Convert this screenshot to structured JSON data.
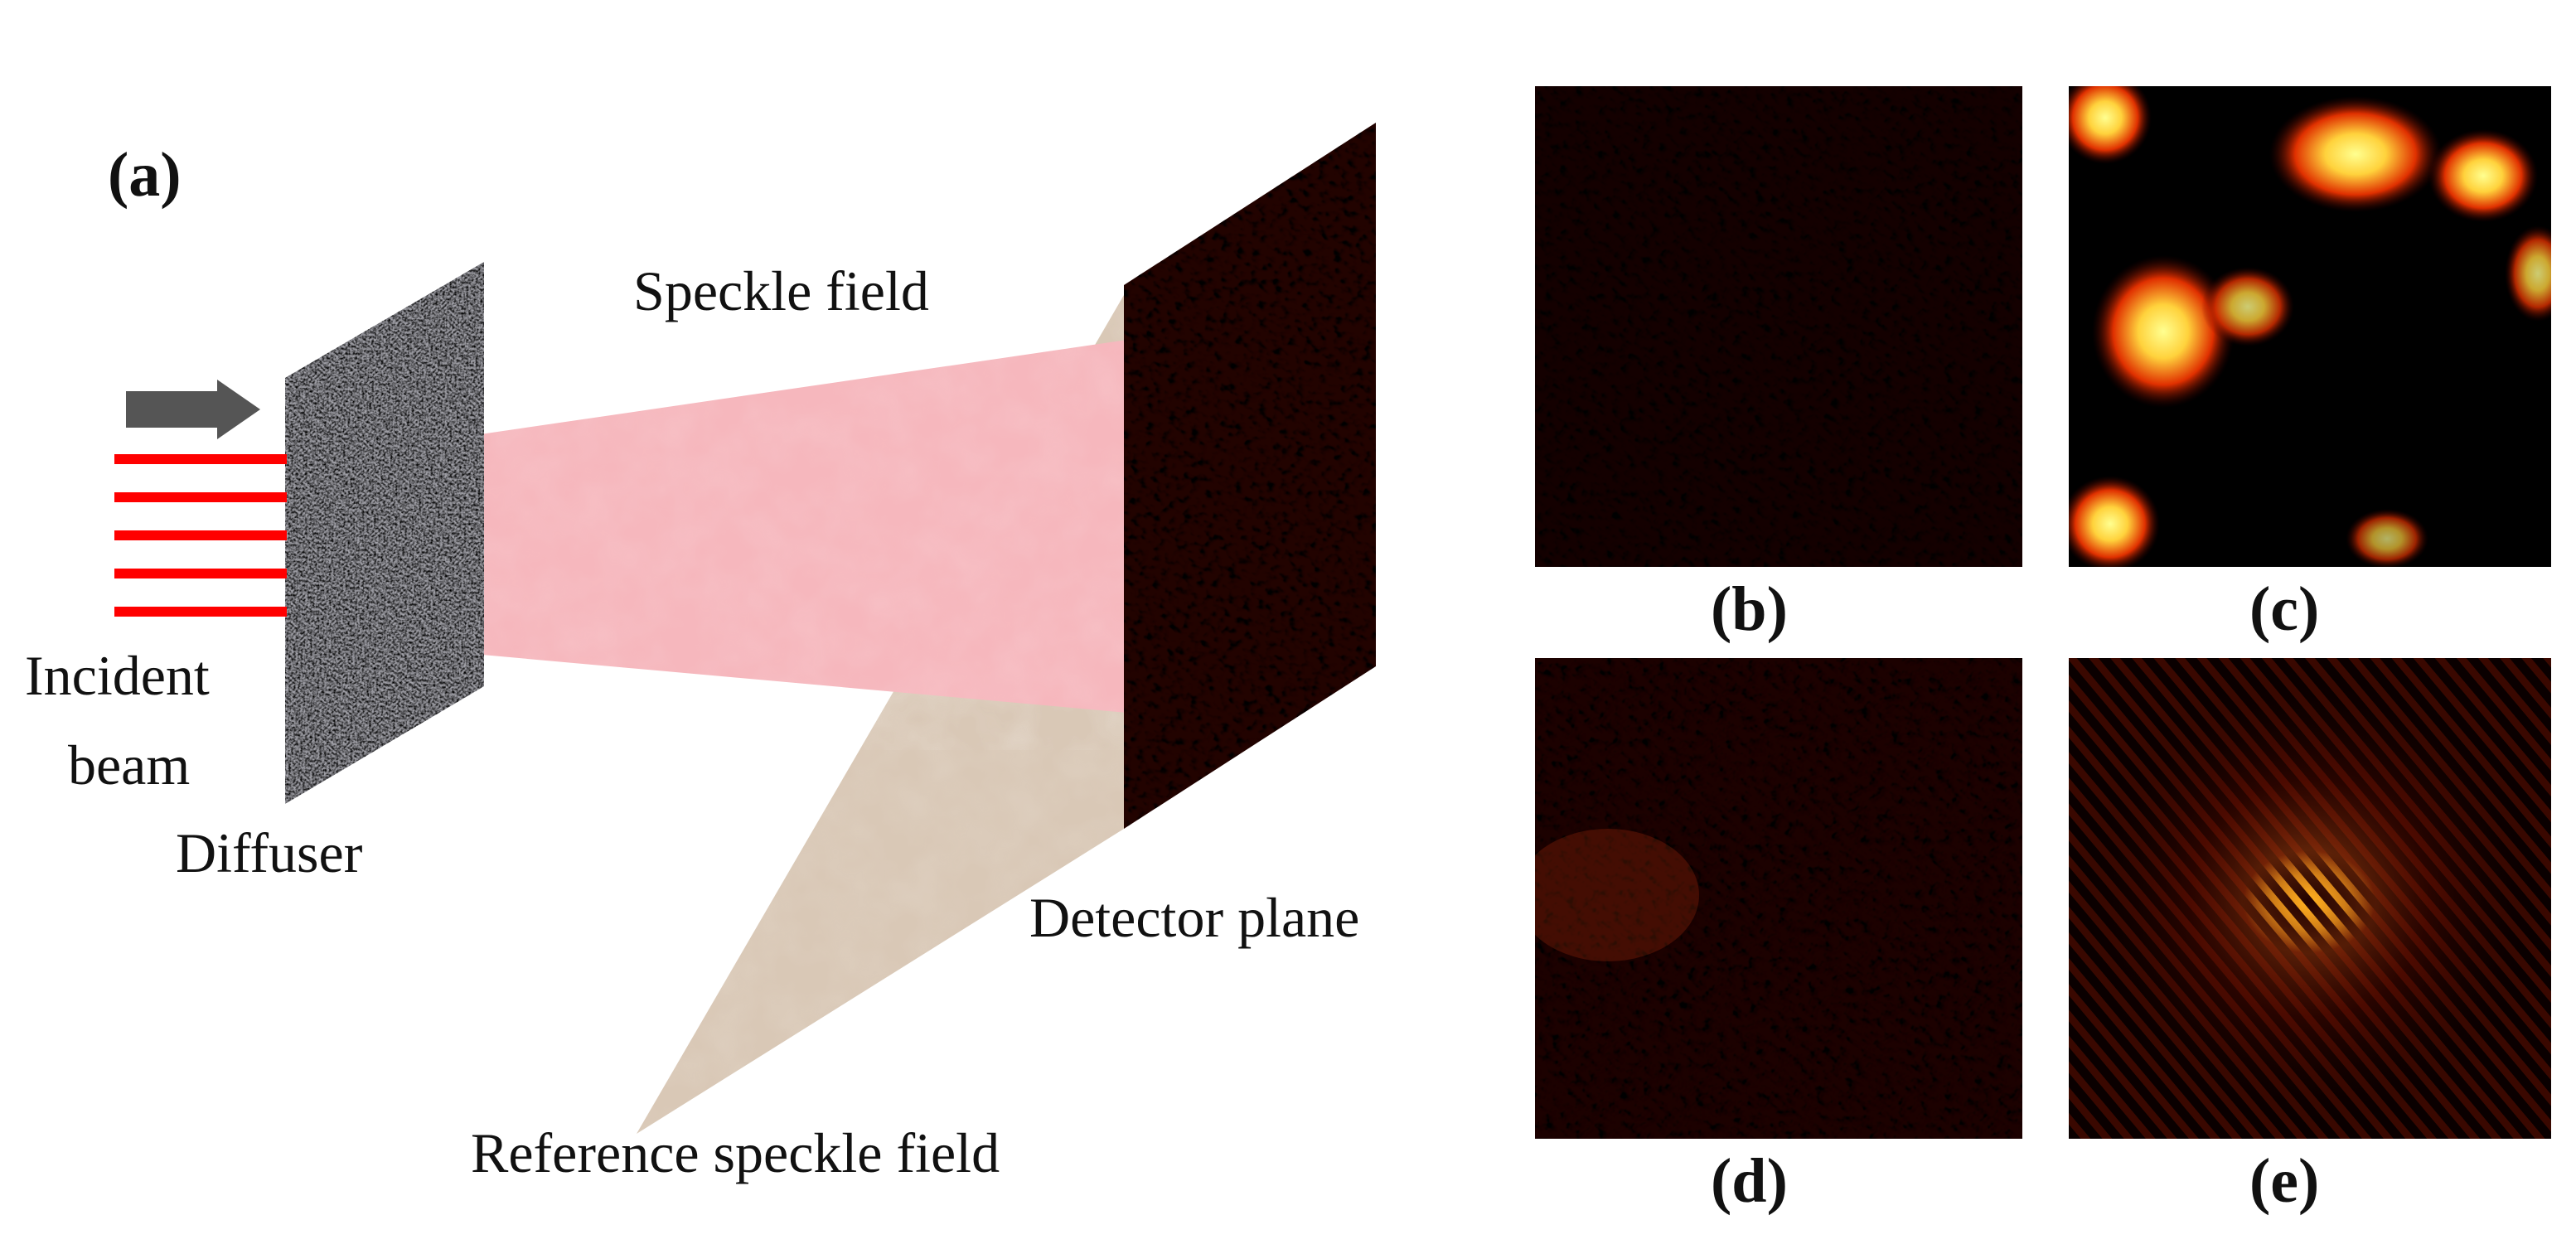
{
  "panels": {
    "a": "(a)",
    "b": "(b)",
    "c": "(c)",
    "d": "(d)",
    "e": "(e)"
  },
  "labels": {
    "speckle_field": "Speckle field",
    "incident_line1": "Incident",
    "incident_line2": "beam",
    "diffuser": "Diffuser",
    "detector_plane": "Detector plane",
    "reference_speckle_field": "Reference speckle field"
  },
  "colors": {
    "incident_stripes": "#ff0000",
    "arrow": "#555555",
    "speckle_beam": "#f6b7bd",
    "reference_beam": "#d9c8b6",
    "diffuser": "#9a9aa2",
    "hot_dark": "#1a0000",
    "hot_mid": "#d42a00",
    "hot_bright": "#ffe84a"
  }
}
